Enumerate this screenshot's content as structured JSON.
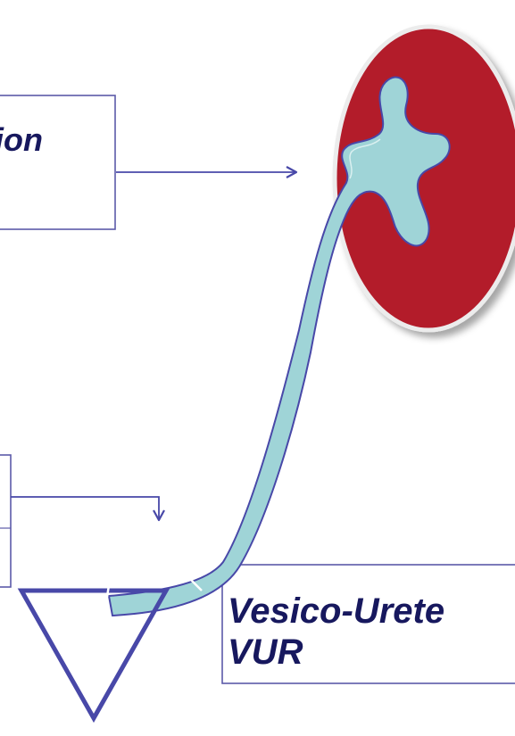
{
  "labels": {
    "top_box_partial": "ion",
    "vur_box_line1": "Vesico-Urete",
    "vur_box_line2": "VUR"
  },
  "colors": {
    "kidney_fill": "#b31b2c",
    "pelvis_fill": "#9fd4d7",
    "outline_blue": "#4848a8",
    "box_border": "#5b5aa8",
    "text": "#17185e"
  },
  "icons": {
    "kidney": "kidney-shape",
    "bladder": "triangle-outline",
    "arrow": "arrow-right"
  }
}
